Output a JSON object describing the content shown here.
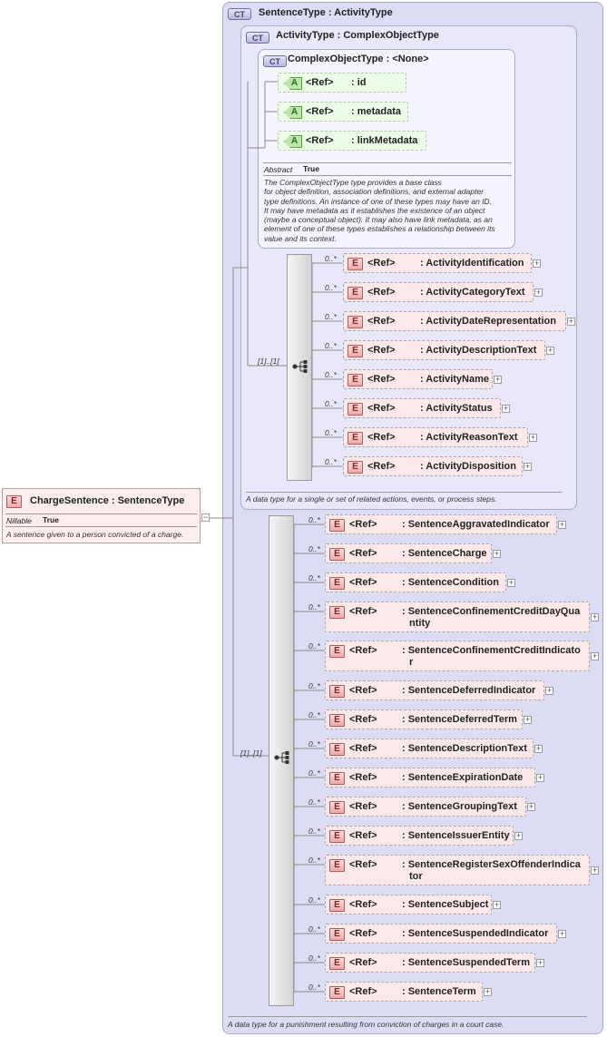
{
  "root": {
    "badge": "E",
    "title": "ChargeSentence : SentenceType",
    "prop_key": "Nillable",
    "prop_value": "True",
    "description": "A sentence given to a person convicted of a charge.",
    "collapse": "−"
  },
  "sentence_type": {
    "badge": "CT",
    "title": "SentenceType : ActivityType",
    "description": "A data type for a punishment resulting from conviction of charges in a court case.",
    "sequence_occurrence": "[1]..[1]",
    "elements": [
      {
        "ref": "<Ref>",
        "name": ": SentenceAggravatedIndicator",
        "occ": "0..*"
      },
      {
        "ref": "<Ref>",
        "name": ": SentenceCharge",
        "occ": "0..*"
      },
      {
        "ref": "<Ref>",
        "name": ": SentenceCondition",
        "occ": "0..*"
      },
      {
        "ref": "<Ref>",
        "name": ": SentenceConfinementCreditDayQua",
        "name2": "ntity",
        "occ": "0..*"
      },
      {
        "ref": "<Ref>",
        "name": ": SentenceConfinementCreditIndicato",
        "name2": "r",
        "occ": "0..*"
      },
      {
        "ref": "<Ref>",
        "name": ": SentenceDeferredIndicator",
        "occ": "0..*"
      },
      {
        "ref": "<Ref>",
        "name": ": SentenceDeferredTerm",
        "occ": "0..*"
      },
      {
        "ref": "<Ref>",
        "name": ": SentenceDescriptionText",
        "occ": "0..*"
      },
      {
        "ref": "<Ref>",
        "name": ": SentenceExpirationDate",
        "occ": "0..*"
      },
      {
        "ref": "<Ref>",
        "name": ": SentenceGroupingText",
        "occ": "0..*"
      },
      {
        "ref": "<Ref>",
        "name": ": SentenceIssuerEntity",
        "occ": "0..*"
      },
      {
        "ref": "<Ref>",
        "name": ": SentenceRegisterSexOffenderIndica",
        "name2": "tor",
        "occ": "0..*"
      },
      {
        "ref": "<Ref>",
        "name": ": SentenceSubject",
        "occ": "0..*"
      },
      {
        "ref": "<Ref>",
        "name": ": SentenceSuspendedIndicator",
        "occ": "0..*"
      },
      {
        "ref": "<Ref>",
        "name": ": SentenceSuspendedTerm",
        "occ": "0..*"
      },
      {
        "ref": "<Ref>",
        "name": ": SentenceTerm",
        "occ": "0..*"
      }
    ]
  },
  "activity_type": {
    "badge": "CT",
    "title": "ActivityType : ComplexObjectType",
    "description": "A data type for a single or set of related actions, events, or process steps.",
    "sequence_occurrence": "[1]..[1]",
    "elements": [
      {
        "ref": "<Ref>",
        "name": ": ActivityIdentification",
        "occ": "0..*"
      },
      {
        "ref": "<Ref>",
        "name": ": ActivityCategoryText",
        "occ": "0..*"
      },
      {
        "ref": "<Ref>",
        "name": ": ActivityDateRepresentation",
        "occ": "0..*"
      },
      {
        "ref": "<Ref>",
        "name": ": ActivityDescriptionText",
        "occ": "0..*"
      },
      {
        "ref": "<Ref>",
        "name": ": ActivityName",
        "occ": "0..*"
      },
      {
        "ref": "<Ref>",
        "name": ": ActivityStatus",
        "occ": "0..*"
      },
      {
        "ref": "<Ref>",
        "name": ": ActivityReasonText",
        "occ": "0..*"
      },
      {
        "ref": "<Ref>",
        "name": ": ActivityDisposition",
        "occ": "0..*"
      }
    ]
  },
  "complex_object_type": {
    "badge": "CT",
    "title": "ComplexObjectType : <None>",
    "prop_key": "Abstract",
    "prop_value": "True",
    "description_lines": [
      "The ComplexObjectType type provides a base class",
      "for object definition, association definitions, and external adapter",
      "type definitions. An instance of one of these types may have an ID.",
      "It may have metadata as it establishes the existence of an object",
      "(maybe a conceptual object). It may also have link metadata, as an",
      "element of one of these types establishes a relationship between its",
      "value and its context."
    ],
    "attributes": [
      {
        "badge": "A",
        "ref": "<Ref>",
        "name": ": id"
      },
      {
        "badge": "A",
        "ref": "<Ref>",
        "name": ": metadata"
      },
      {
        "badge": "A",
        "ref": "<Ref>",
        "name": ": linkMetadata"
      }
    ]
  },
  "icons": {
    "element_badge": "E",
    "expand": "+"
  }
}
